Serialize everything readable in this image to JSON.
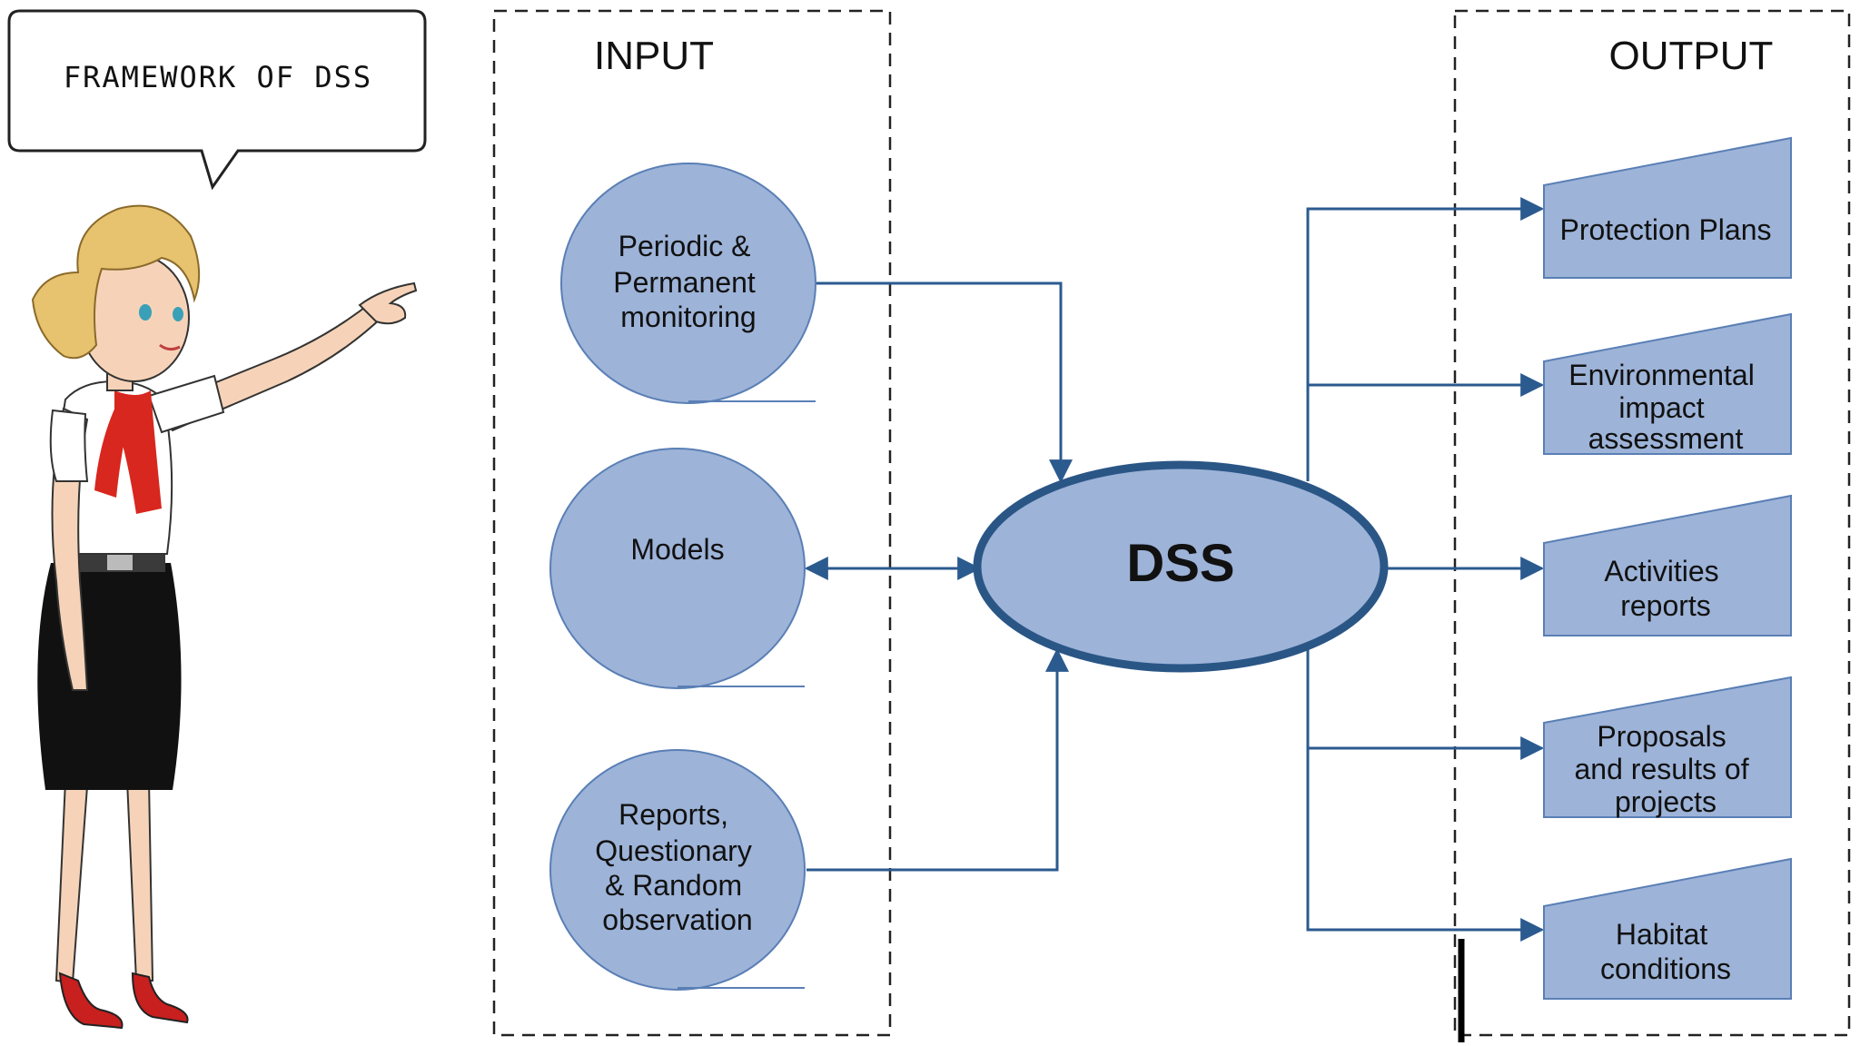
{
  "speech_bubble": {
    "text": "FRAMEWORK OF DSS"
  },
  "input_panel": {
    "title": "INPUT",
    "nodes": [
      {
        "id": "monitoring",
        "lines": [
          "Periodic &",
          "Permanent",
          "monitoring"
        ]
      },
      {
        "id": "models",
        "lines": [
          "Models"
        ]
      },
      {
        "id": "reports",
        "lines": [
          "Reports,",
          "Questionary",
          "& Random",
          "observation"
        ]
      }
    ]
  },
  "center": {
    "label": "DSS"
  },
  "output_panel": {
    "title": "OUTPUT",
    "nodes": [
      {
        "id": "protection",
        "lines": [
          "Protection Plans"
        ]
      },
      {
        "id": "eia",
        "lines": [
          "Environmental",
          "impact",
          "assessment"
        ]
      },
      {
        "id": "activities",
        "lines": [
          "Activities",
          "reports"
        ]
      },
      {
        "id": "proposals",
        "lines": [
          "Proposals",
          "and results of",
          "projects"
        ]
      },
      {
        "id": "habitat",
        "lines": [
          "Habitat",
          "conditions"
        ]
      }
    ]
  },
  "colors": {
    "node_fill": "#9db3d8",
    "node_stroke": "#5a7fb5",
    "connector": "#2b5a8f",
    "dss_border": "#2a5686",
    "skirt": "#111111",
    "scarf": "#d8271e",
    "hair": "#e7c26f",
    "shoes": "#c81f1f"
  }
}
